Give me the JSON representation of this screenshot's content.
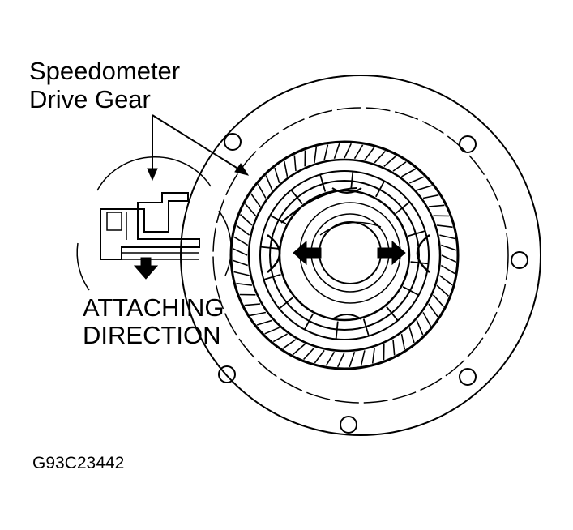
{
  "labels": {
    "gear_line1": "Speedometer",
    "gear_line2": "Drive Gear",
    "attach_line1": "ATTACHING",
    "attach_line2": "DIRECTION",
    "figure_code": "G93C23442"
  },
  "colors": {
    "ink": "#000000",
    "paper": "#ffffff"
  }
}
